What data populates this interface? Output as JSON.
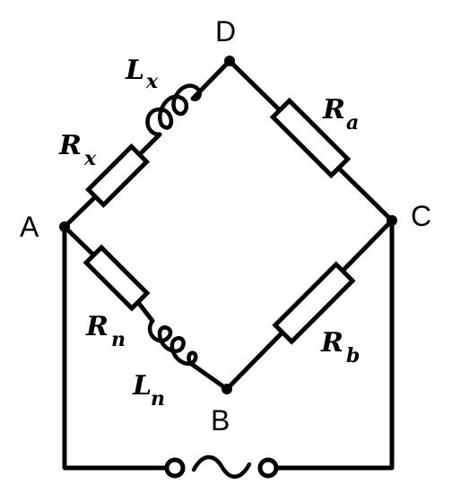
{
  "nodes": {
    "A": "A",
    "B": "B",
    "C": "C",
    "D": "D"
  },
  "components": {
    "Rx": {
      "symbol": "R",
      "sub": "x"
    },
    "Lx": {
      "symbol": "L",
      "sub": "x"
    },
    "Ra": {
      "symbol": "R",
      "sub": "a"
    },
    "Rn": {
      "symbol": "R",
      "sub": "n"
    },
    "Ln": {
      "symbol": "L",
      "sub": "n"
    },
    "Rb": {
      "symbol": "R",
      "sub": "b"
    }
  },
  "source": {
    "icon": "ac-source-icon"
  }
}
